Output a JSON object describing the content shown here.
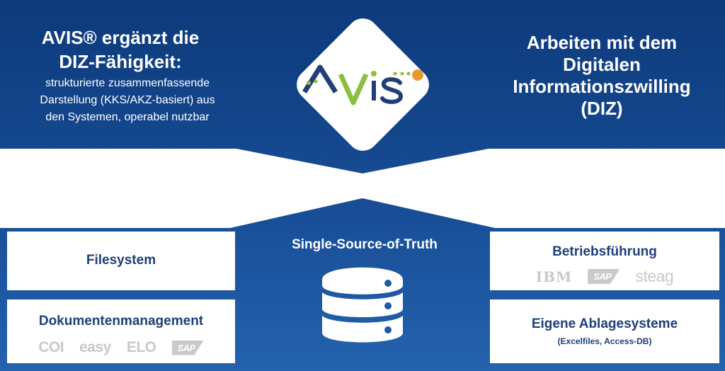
{
  "left_title": {
    "line1": "AVIS® ergänzt die",
    "line2": "DIZ-Fähigkeit:",
    "sub1": "strukturierte zusammenfassende",
    "sub2": "Darstellung (KKS/AKZ-basiert) aus",
    "sub3": "den Systemen, operabel nutzbar"
  },
  "center_logo": {
    "text": "AVIS"
  },
  "right_title": {
    "line1": "Arbeiten mit dem",
    "line2": "Digitalen",
    "line3": "Informationszwilling",
    "line4": "(DIZ)"
  },
  "source_label": "Single-Source-of-Truth",
  "boxes": {
    "filesystem": "Filesystem",
    "dokumentenmanagement": {
      "label": "Dokumentenmanagement",
      "logos": [
        "COI",
        "easy",
        "ELO",
        "SAP"
      ]
    },
    "betriebsfuehrung": {
      "label": "Betriebsführung",
      "logos": [
        "IBM",
        "SAP",
        "steag"
      ]
    },
    "ablage": {
      "label": "Eigene Ablagesysteme",
      "sub": "(Excelfiles, Access-DB)"
    }
  },
  "colors": {
    "dark_blue": "#0e3a7d",
    "mid_blue": "#1c5aa8",
    "text_blue": "#1e3f7a",
    "logo_gray": "#c9c9c9",
    "avis_green": "#8bbf3f",
    "avis_orange": "#e79b2e"
  },
  "icons": [
    "database-icon",
    "avis-logo"
  ]
}
